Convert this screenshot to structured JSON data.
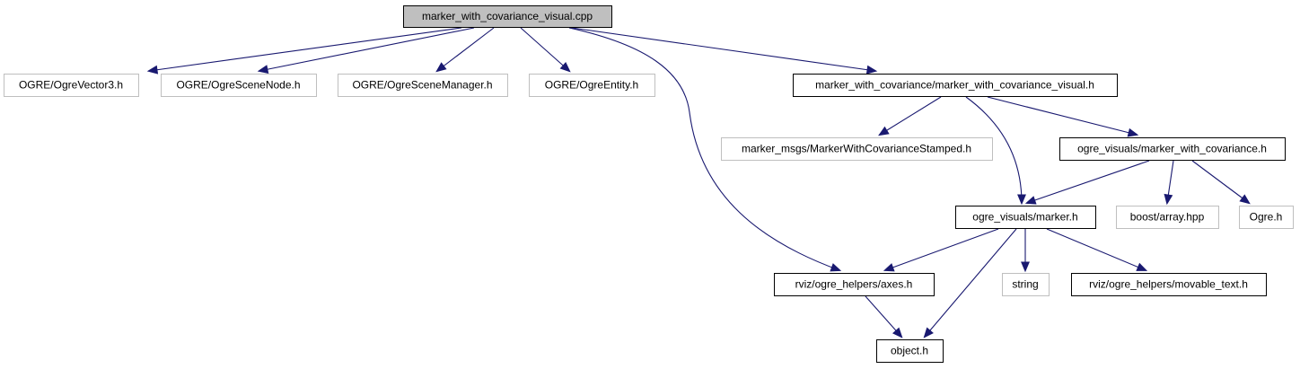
{
  "diagram": {
    "type": "include-dependency-graph",
    "colors": {
      "edge": "#191970",
      "root_fill": "#bfbfbf",
      "documented_border": "#000000",
      "external_border": "#bfbfbf",
      "node_fill": "#ffffff"
    },
    "nodes": {
      "root": {
        "label": "marker_with_covariance_visual.cpp",
        "kind": "root"
      },
      "ogre_vector3": {
        "label": "OGRE/OgreVector3.h",
        "kind": "external"
      },
      "ogre_scene_node": {
        "label": "OGRE/OgreSceneNode.h",
        "kind": "external"
      },
      "ogre_scene_manager": {
        "label": "OGRE/OgreSceneManager.h",
        "kind": "external"
      },
      "ogre_entity": {
        "label": "OGRE/OgreEntity.h",
        "kind": "external"
      },
      "mwc_visual_h": {
        "label": "marker_with_covariance/marker_with_covariance_visual.h",
        "kind": "documented"
      },
      "marker_msgs": {
        "label": "marker_msgs/MarkerWithCovarianceStamped.h",
        "kind": "external"
      },
      "ogre_visuals_mwc": {
        "label": "ogre_visuals/marker_with_covariance.h",
        "kind": "documented"
      },
      "ogre_visuals_marker": {
        "label": "ogre_visuals/marker.h",
        "kind": "documented"
      },
      "boost_array": {
        "label": "boost/array.hpp",
        "kind": "external"
      },
      "ogre_h": {
        "label": "Ogre.h",
        "kind": "external"
      },
      "rviz_axes": {
        "label": "rviz/ogre_helpers/axes.h",
        "kind": "documented"
      },
      "string": {
        "label": "string",
        "kind": "external"
      },
      "rviz_movable_text": {
        "label": "rviz/ogre_helpers/movable_text.h",
        "kind": "documented"
      },
      "object_h": {
        "label": "object.h",
        "kind": "documented"
      }
    },
    "edges": [
      {
        "from": "root",
        "to": "ogre_vector3"
      },
      {
        "from": "root",
        "to": "ogre_scene_node"
      },
      {
        "from": "root",
        "to": "ogre_scene_manager"
      },
      {
        "from": "root",
        "to": "ogre_entity"
      },
      {
        "from": "root",
        "to": "mwc_visual_h"
      },
      {
        "from": "root",
        "to": "rviz_axes"
      },
      {
        "from": "mwc_visual_h",
        "to": "marker_msgs"
      },
      {
        "from": "mwc_visual_h",
        "to": "ogre_visuals_mwc"
      },
      {
        "from": "mwc_visual_h",
        "to": "ogre_visuals_marker"
      },
      {
        "from": "ogre_visuals_mwc",
        "to": "ogre_visuals_marker"
      },
      {
        "from": "ogre_visuals_mwc",
        "to": "boost_array"
      },
      {
        "from": "ogre_visuals_mwc",
        "to": "ogre_h"
      },
      {
        "from": "ogre_visuals_marker",
        "to": "rviz_axes"
      },
      {
        "from": "ogre_visuals_marker",
        "to": "string"
      },
      {
        "from": "ogre_visuals_marker",
        "to": "rviz_movable_text"
      },
      {
        "from": "ogre_visuals_marker",
        "to": "object_h"
      },
      {
        "from": "rviz_axes",
        "to": "object_h"
      }
    ]
  }
}
